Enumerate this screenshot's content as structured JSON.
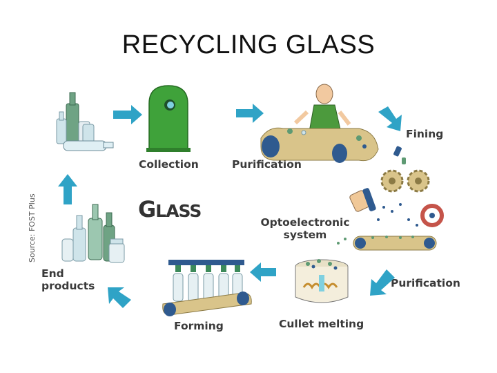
{
  "title": "RECYCLING GLASS",
  "source": "Source: FOST Plus",
  "glass_heading": {
    "first": "G",
    "rest": "LASS"
  },
  "steps": {
    "collection": "Collection",
    "purification_1": "Purification",
    "fining": "Fining",
    "optoelectronic_line1": "Optoelectronic",
    "optoelectronic_line2": "system",
    "purification_2": "Purification",
    "cullet_melting": "Cullet melting",
    "forming": "Forming",
    "end_products_line1": "End",
    "end_products_line2": "products"
  },
  "colors": {
    "arrow": "#2fa3c6",
    "bin_green": "#3fa23a",
    "belt": "#d9c48a",
    "belt_roller": "#2f5a8f",
    "bottle_green": "#5e9a73",
    "bottle_clear": "#cfe4ea"
  }
}
